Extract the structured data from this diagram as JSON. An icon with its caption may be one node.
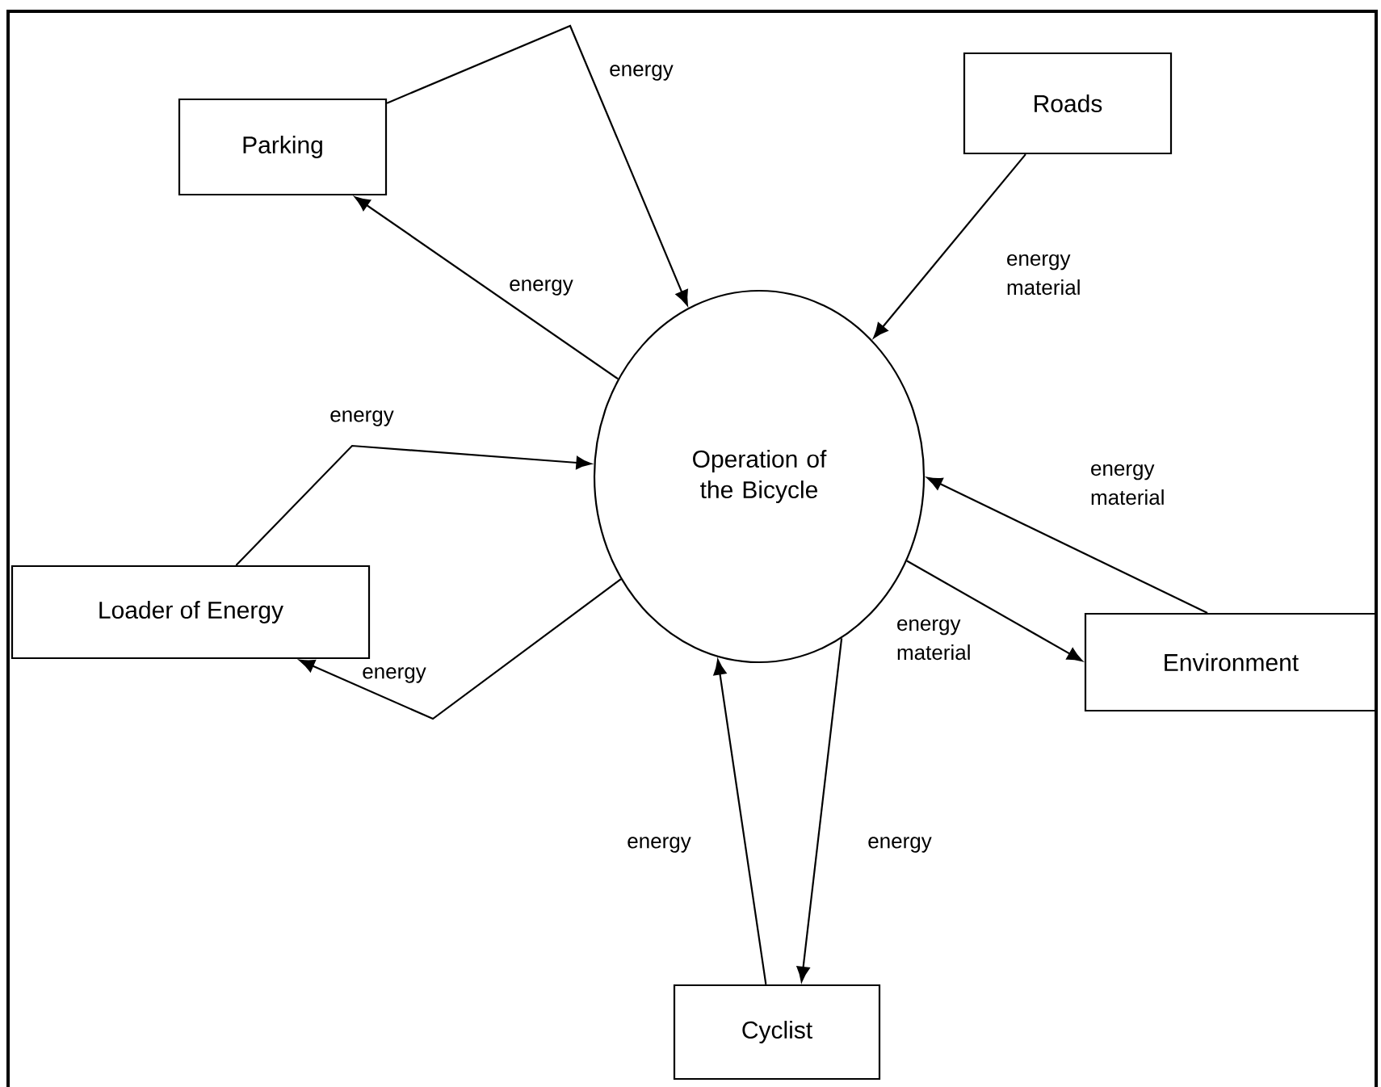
{
  "diagram": {
    "nodes": [
      {
        "text": [
          "Operation of the Bicycle"
        ]
      },
      {
        "text": [
          "Parking"
        ]
      },
      {
        "text": [
          "Roads"
        ]
      },
      {
        "text": [
          "Loader of Energy"
        ]
      },
      {
        "text": [
          "Environment"
        ]
      },
      {
        "text": [
          "Cyclist"
        ]
      }
    ],
    "edges": [
      {
        "from": 1,
        "to": 0,
        "arrow": "to",
        "label": "energy"
      },
      {
        "from": 0,
        "to": 1,
        "arrow": "to",
        "label": "energy"
      },
      {
        "from": 3,
        "to": 0,
        "arrow": "to",
        "label": "energy"
      },
      {
        "from": 0,
        "to": 3,
        "arrow": "to",
        "label": "energy"
      },
      {
        "from": 2,
        "to": 0,
        "arrow": "to",
        "label": "energy material"
      },
      {
        "from": 4,
        "to": 0,
        "arrow": "to",
        "label": "energy material"
      },
      {
        "from": 0,
        "to": 4,
        "arrow": "to",
        "label": "energy material"
      },
      {
        "from": 5,
        "to": 0,
        "arrow": "to",
        "label": "energy"
      },
      {
        "from": 0,
        "to": 5,
        "arrow": "to",
        "label": "energy"
      }
    ]
  }
}
